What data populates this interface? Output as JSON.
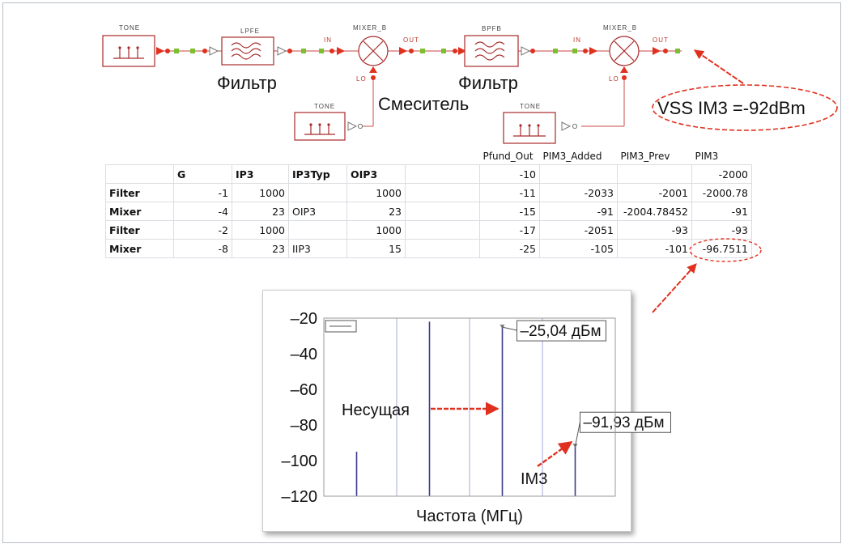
{
  "schematic": {
    "tone_labels": [
      "TONE",
      "TONE",
      "TONE"
    ],
    "filter1_label": "LPFE",
    "filter2_label": "BPFB",
    "mixer_labels": [
      "MIXER_B",
      "MIXER_B"
    ],
    "port_in": "IN",
    "port_out": "OUT",
    "port_lo": "LO",
    "caption_filter_1": "Фильтр",
    "caption_filter_2": "Фильтр",
    "caption_mixer": "Смеситель",
    "callout": "VSS IM3 =-92dBm"
  },
  "table": {
    "top_headers": [
      "Pfund_Out",
      "PIM3_Added",
      "PIM3_Prev",
      "PIM3"
    ],
    "col_headers": [
      "G",
      "IP3",
      "IP3Typ",
      "OIP3"
    ],
    "first_row": {
      "pfund_out": "-10",
      "pim3": "-2000"
    },
    "rows": [
      {
        "label": "Filter",
        "g": "-1",
        "ip3": "1000",
        "ip3typ": "",
        "oip3": "1000",
        "pfund": "-11",
        "added": "-2033",
        "prev": "-2001",
        "pim3": "-2000.78"
      },
      {
        "label": "Mixer",
        "g": "-4",
        "ip3": "23",
        "ip3typ": "OIP3",
        "oip3": "23",
        "pfund": "-15",
        "added": "-91",
        "prev": "-2004.78452",
        "pim3": "-91"
      },
      {
        "label": "Filter",
        "g": "-2",
        "ip3": "1000",
        "ip3typ": "",
        "oip3": "1000",
        "pfund": "-17",
        "added": "-2051",
        "prev": "-93",
        "pim3": "-93"
      },
      {
        "label": "Mixer",
        "g": "-8",
        "ip3": "23",
        "ip3typ": "IIP3",
        "oip3": "15",
        "pfund": "-25",
        "added": "-105",
        "prev": "-101",
        "pim3": "-96.7511"
      }
    ]
  },
  "chart_data": {
    "type": "bar",
    "xlabel": "Частота (МГц)",
    "ylabel": "",
    "ylim": [
      -120,
      -20
    ],
    "yticks": [
      "–20",
      "–40",
      "–60",
      "–80",
      "–100",
      "–120"
    ],
    "ytick_values": [
      -20,
      -40,
      -60,
      -80,
      -100,
      -120
    ],
    "x_range": [
      0,
      4
    ],
    "grid": "vertical",
    "spectral_lines": [
      {
        "x": 0.45,
        "value": -95
      },
      {
        "x": 1.45,
        "value": -22
      },
      {
        "x": 2.45,
        "value": -25.04
      },
      {
        "x": 3.45,
        "value": -91.93
      }
    ],
    "markers": [
      {
        "x": 2.45,
        "value": -25.04,
        "label": "–25,04 дБм"
      },
      {
        "x": 3.45,
        "value": -91.93,
        "label": "–91,93 дБм"
      }
    ],
    "annotations": {
      "carrier": "Несущая",
      "im3": "IM3"
    }
  },
  "colors": {
    "accent_red": "#e0301e",
    "signal_line": "#c0392b",
    "trace": "#3a3a8c",
    "grid": "#a3a8d8",
    "node_green": "#7bbf2f"
  }
}
